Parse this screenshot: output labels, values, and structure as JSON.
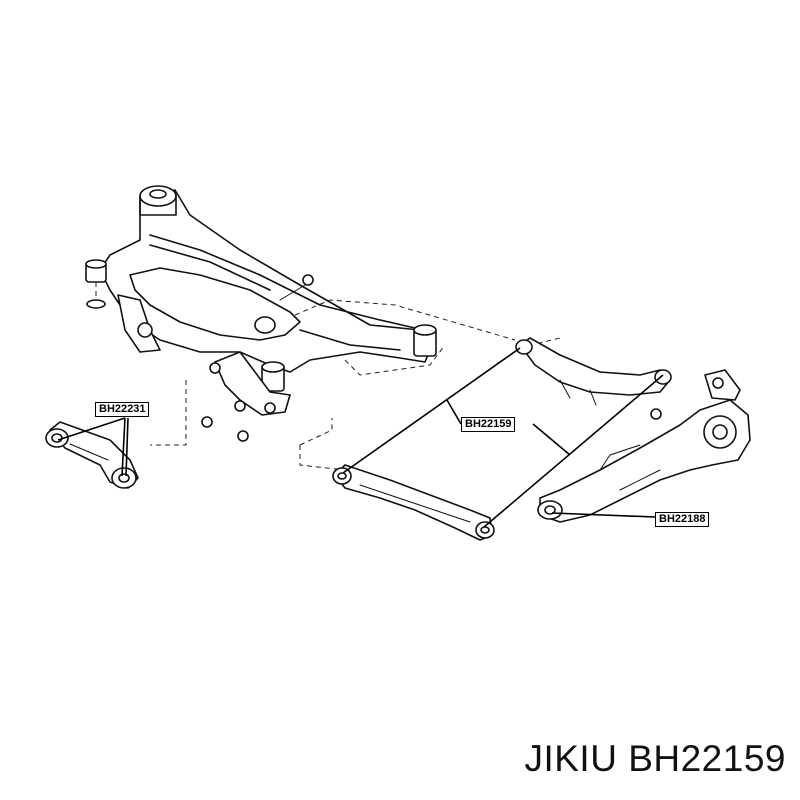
{
  "labels": {
    "bh22231": "BH22231",
    "bh22159": "BH22159",
    "bh22188": "BH22188"
  },
  "caption": "JIKIU BH22159"
}
